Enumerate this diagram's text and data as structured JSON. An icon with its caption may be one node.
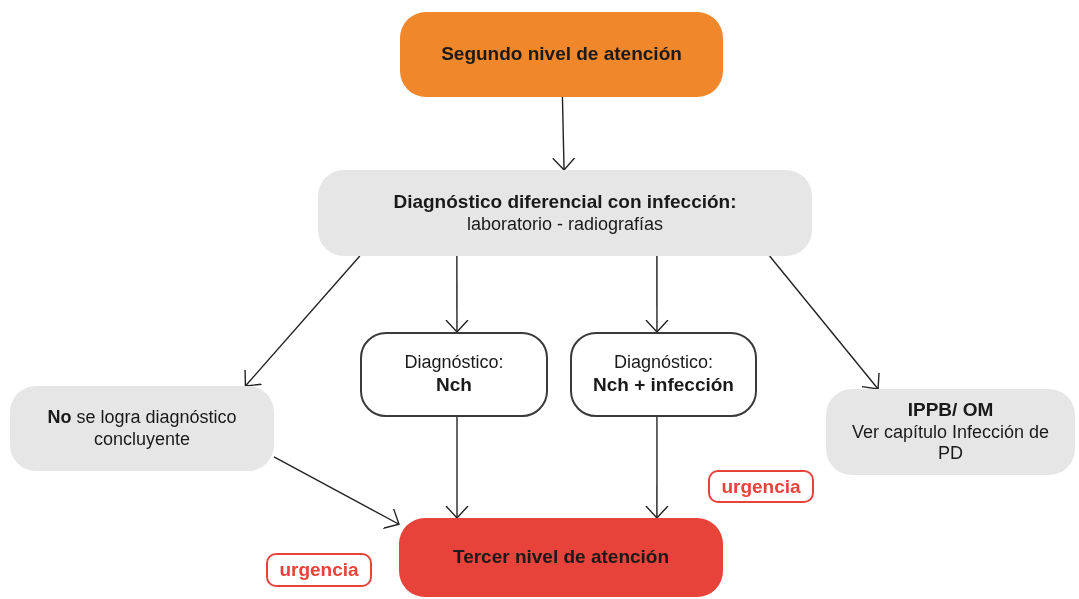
{
  "diagram": {
    "nodes": [
      {
        "text": [
          "Segundo nivel de atención"
        ]
      },
      {
        "text": [
          "Diagnóstico diferencial con infección:",
          "laboratorio - radiografías"
        ]
      },
      {
        "text": [
          "**No** se logra diagnóstico concluyente"
        ]
      },
      {
        "text": [
          "Diagnóstico:",
          "Nch"
        ]
      },
      {
        "text": [
          "Diagnóstico:",
          "Nch + infección"
        ]
      },
      {
        "text": [
          "IPPB/ OM",
          "Ver capítulo Infección de PD"
        ]
      },
      {
        "text": [
          "Tercer nivel de atención"
        ]
      }
    ],
    "edges": [
      {
        "from": 0,
        "to": 1,
        "arrow": "to"
      },
      {
        "from": 1,
        "to": 2,
        "arrow": "to"
      },
      {
        "from": 1,
        "to": 3,
        "arrow": "to"
      },
      {
        "from": 1,
        "to": 4,
        "arrow": "to"
      },
      {
        "from": 1,
        "to": 5,
        "arrow": "to"
      },
      {
        "from": 3,
        "to": 6,
        "arrow": "to"
      },
      {
        "from": 4,
        "to": 6,
        "arrow": "to"
      },
      {
        "from": 2,
        "to": 6,
        "arrow": "to"
      }
    ],
    "labels": [
      "urgencia",
      "urgencia"
    ]
  }
}
